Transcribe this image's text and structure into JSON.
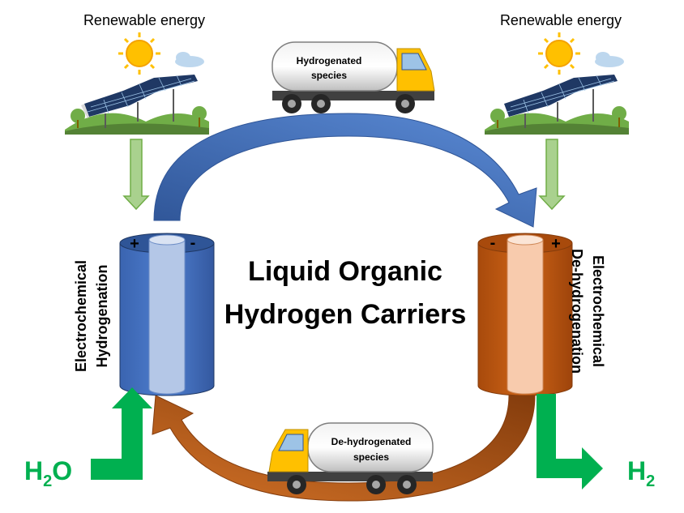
{
  "left_panel": {
    "title": "Renewable energy"
  },
  "right_panel": {
    "title": "Renewable energy"
  },
  "top_truck": {
    "label_line1": "Hydrogenated",
    "label_line2": "species"
  },
  "bottom_truck": {
    "label_line1": "De-hydrogenated",
    "label_line2": "species"
  },
  "center": {
    "line1": "Liquid Organic",
    "line2": "Hydrogen Carriers"
  },
  "left_cell": {
    "name_line1": "Electrochemical",
    "name_line2": "Hydrogenation",
    "plus": "+",
    "minus": "-",
    "color": "#4472c4"
  },
  "right_cell": {
    "name_line1": "Electrochemical",
    "name_line2": "De-hydrogenation",
    "plus": "+",
    "minus": "-",
    "color": "#c55a11"
  },
  "input": {
    "base": "H",
    "sub": "2",
    "tail": "O"
  },
  "output": {
    "base": "H",
    "sub": "2"
  },
  "colors": {
    "green": "#00b050",
    "blue_arrow": "#4472c4",
    "orange_arrow": "#c55a11",
    "truck_yellow": "#ffc000"
  }
}
